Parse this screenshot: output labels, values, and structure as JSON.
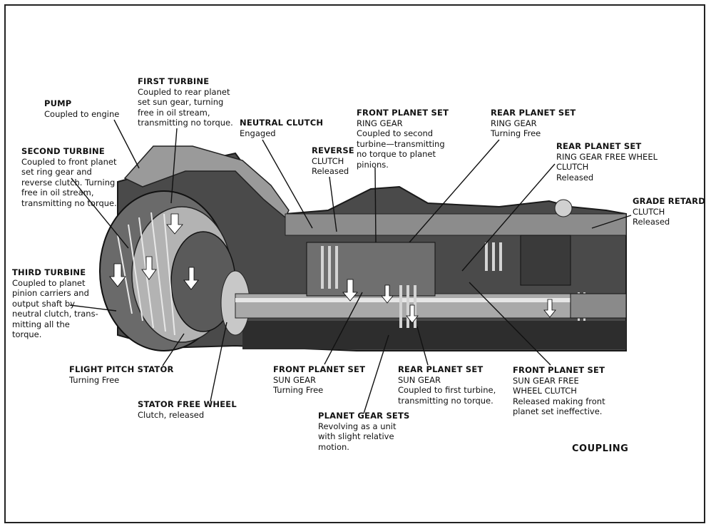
{
  "caption": "COUPLING",
  "colors": {
    "housing_dark": "#2b2b2b",
    "housing_mid": "#7a7a7a",
    "housing_light": "#bcbcbc",
    "leader": "#111111"
  },
  "labels": [
    {
      "id": "pump",
      "title": "PUMP",
      "lines": [
        "Coupled to engine"
      ]
    },
    {
      "id": "first-turbine",
      "title": "FIRST TURBINE",
      "lines": [
        "Coupled to rear planet",
        "set sun gear, turning",
        "free in oil stream,",
        "transmitting no torque."
      ]
    },
    {
      "id": "neutral-clutch",
      "title": "NEUTRAL CLUTCH",
      "lines": [
        "Engaged"
      ]
    },
    {
      "id": "front-ring-gear",
      "title": "FRONT PLANET SET",
      "lines": [
        "RING GEAR",
        "Coupled to second",
        "turbine—transmitting",
        "no torque to planet",
        "pinions."
      ]
    },
    {
      "id": "rear-ring-gear",
      "title": "REAR PLANET SET",
      "lines": [
        "RING GEAR",
        "Turning Free"
      ]
    },
    {
      "id": "rear-ring-free-wheel",
      "title": "REAR PLANET SET",
      "lines": [
        "RING GEAR FREE WHEEL",
        "CLUTCH",
        "Released"
      ]
    },
    {
      "id": "second-turbine",
      "title": "SECOND TURBINE",
      "lines": [
        "Coupled to front planet",
        "set ring gear and",
        "reverse clutch.  Turning",
        "free in oil stream,",
        "transmitting no torque."
      ]
    },
    {
      "id": "reverse-clutch",
      "title": "REVERSE",
      "lines": [
        "CLUTCH",
        "Released"
      ]
    },
    {
      "id": "grade-retard",
      "title": "GRADE RETARD",
      "lines": [
        "CLUTCH",
        "Released"
      ]
    },
    {
      "id": "third-turbine",
      "title": "THIRD TURBINE",
      "lines": [
        "Coupled to planet",
        "pinion carriers and",
        "output shaft by",
        "neutral clutch, trans-",
        "mitting all the",
        "torque."
      ]
    },
    {
      "id": "flight-pitch-stator",
      "title": "FLIGHT PITCH STATOR",
      "lines": [
        "Turning Free"
      ]
    },
    {
      "id": "stator-free-wheel",
      "title": "STATOR FREE WHEEL",
      "lines": [
        "Clutch, released"
      ]
    },
    {
      "id": "front-sun-gear",
      "title": "FRONT PLANET SET",
      "lines": [
        "SUN GEAR",
        "Turning Free"
      ]
    },
    {
      "id": "rear-sun-gear",
      "title": "REAR PLANET SET",
      "lines": [
        "SUN GEAR",
        "Coupled to first turbine,",
        "transmitting no torque."
      ]
    },
    {
      "id": "front-sun-free-wheel",
      "title": "FRONT PLANET SET",
      "lines": [
        "SUN GEAR FREE",
        "WHEEL CLUTCH",
        "Released making front",
        "planet set ineffective."
      ]
    },
    {
      "id": "planet-gear-sets",
      "title": "PLANET GEAR SETS",
      "lines": [
        "Revolving as a unit",
        "with slight relative",
        "motion."
      ]
    }
  ]
}
